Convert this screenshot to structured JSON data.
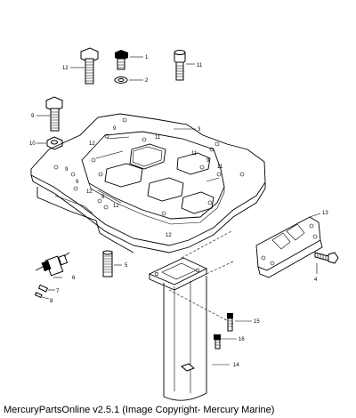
{
  "diagram": {
    "callouts": [
      {
        "id": "c12a",
        "label": "12"
      },
      {
        "id": "c1",
        "label": "1"
      },
      {
        "id": "c2",
        "label": "2"
      },
      {
        "id": "c11a",
        "label": "11"
      },
      {
        "id": "c9a",
        "label": "9"
      },
      {
        "id": "c10",
        "label": "10"
      },
      {
        "id": "c3",
        "label": "3"
      },
      {
        "id": "c9b",
        "label": "9"
      },
      {
        "id": "c11b",
        "label": "11"
      },
      {
        "id": "c12b",
        "label": "12"
      },
      {
        "id": "c11c",
        "label": "11"
      },
      {
        "id": "c9c",
        "label": "9"
      },
      {
        "id": "c11d",
        "label": "11"
      },
      {
        "id": "c9d",
        "label": "9"
      },
      {
        "id": "c9e",
        "label": "9"
      },
      {
        "id": "c12c",
        "label": "12"
      },
      {
        "id": "c9f",
        "label": "9"
      },
      {
        "id": "c12d",
        "label": "12"
      },
      {
        "id": "c12e",
        "label": "12"
      },
      {
        "id": "c13",
        "label": "13"
      },
      {
        "id": "c4",
        "label": "4"
      },
      {
        "id": "c5",
        "label": "5"
      },
      {
        "id": "c6",
        "label": "6"
      },
      {
        "id": "c7",
        "label": "7"
      },
      {
        "id": "c8",
        "label": "8"
      },
      {
        "id": "c15",
        "label": "15"
      },
      {
        "id": "c16",
        "label": "16"
      },
      {
        "id": "c14",
        "label": "14"
      }
    ]
  },
  "footer": {
    "text": "MercuryPartsOnline v2.5.1 (Image Copyright- Mercury Marine)"
  }
}
